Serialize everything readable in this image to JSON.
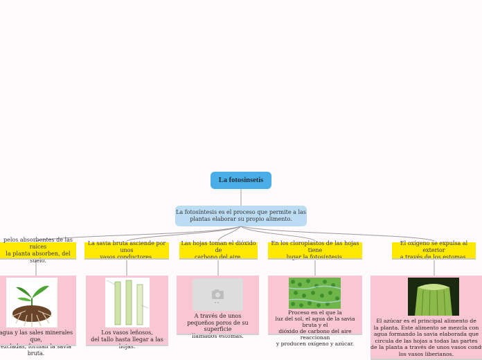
{
  "root": {
    "label": "La fotosinsetis"
  },
  "definition": {
    "text": "La fotosíntesis es el proceso que permite a las\nplantas elaborar su propio alimento."
  },
  "branches": [
    {
      "header": "pelos absorbentes de las raíces\nla planta absorben, del suelo.",
      "body": "agua y las sales minerales que,\nezcladas, forman la savia bruta.",
      "image": "plant-roots-illustration"
    },
    {
      "header": "La savia bruta asciende por unos\nvasos conductores.",
      "body": "Los vasos leñosos,\ndel tallo hasta llegar a las hojas.",
      "image": "xylem-diagram"
    },
    {
      "header": "Las hojas toman el dióxido de\ncarbono del aire.",
      "body": "A través de unos\npequeños poros de su superficie\nllamados estomas.",
      "image": "camera-placeholder-icon"
    },
    {
      "header": "En los cloroplastos de las hojas tiene\nlugar la fotosíntesis,",
      "body": "Proceso en el que la\nluz del sol, el agua de la savia bruta y el\ndióxido de carbono del aire reaccionan\ny producen oxígeno y azúcar.",
      "image": "chloroplast-cells-photo"
    },
    {
      "header": "El oxígeno se expulsa al exterior\na través de los estomas.",
      "body": "El azúcar es el principal alimento de\nla planta. Este alimento se mezcla con\nagua formando la savia elaborada que\ncircula de las hojas a todas las partes\nde la planta a través de unos vasos conductor\nlos vasos liberianos.",
      "image": "phloem-tissue-photo"
    }
  ]
}
